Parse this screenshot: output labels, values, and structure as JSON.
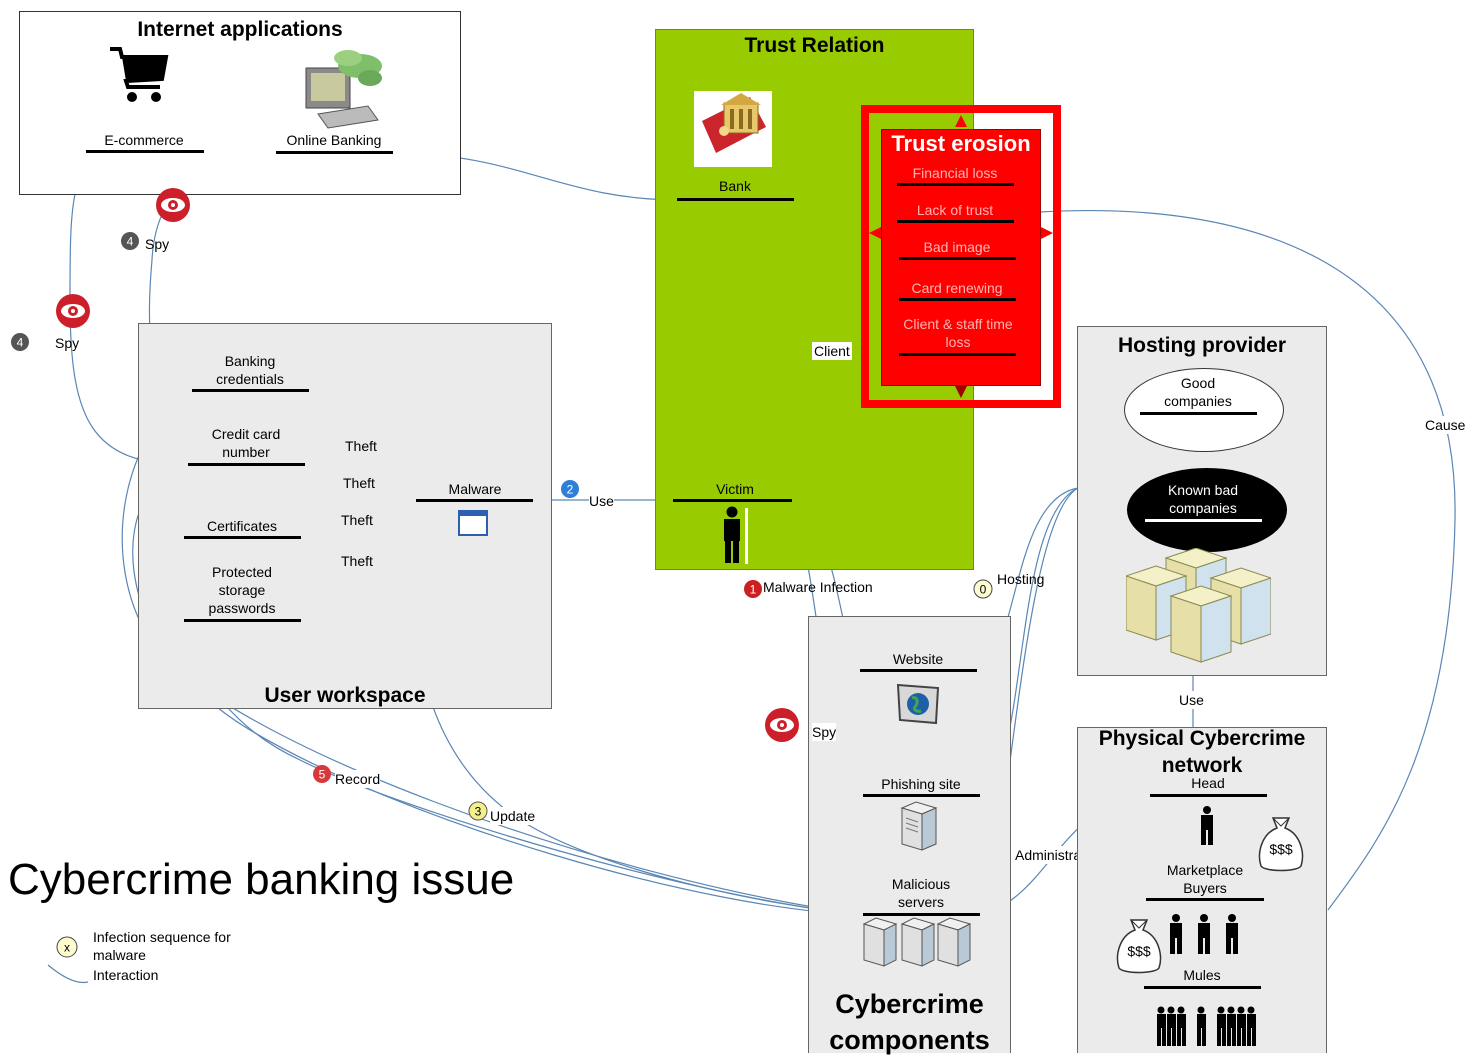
{
  "diagram_title": "Cybercrime banking issue",
  "legend": {
    "marker": "x",
    "infection": "Infection sequence for malware",
    "interaction": "Interaction"
  },
  "internet_apps": {
    "title": "Internet applications",
    "ecommerce": "E-commerce",
    "online_banking": "Online Banking"
  },
  "trust_relation": {
    "title": "Trust Relation",
    "bank": "Bank",
    "victim": "Victim",
    "client": "Client"
  },
  "trust_erosion": {
    "title": "Trust erosion",
    "items": [
      "Financial loss",
      "Lack of trust",
      "Bad image",
      "Card renewing",
      "Client & staff time loss"
    ]
  },
  "user_workspace": {
    "title": "User workspace",
    "banking_credentials": "Banking credentials",
    "credit_card": "Credit card number",
    "certificates": "Certificates",
    "protected_storage": "Protected storage passwords",
    "malware": "Malware",
    "theft": "Theft"
  },
  "hosting_provider": {
    "title": "Hosting provider",
    "good": "Good companies",
    "bad": "Known bad companies"
  },
  "cybercrime_components": {
    "title": "Cybercrime components",
    "website": "Website",
    "phishing": "Phishing site",
    "malicious": "Malicious servers"
  },
  "physical_network": {
    "title": "Physical Cybercrime network",
    "head": "Head",
    "buyers": "Marketplace Buyers",
    "mules": "Mules",
    "money": "$$$"
  },
  "edges": {
    "spy": "Spy",
    "use": "Use",
    "malware_infection": "Malware Infection",
    "hosting": "Hosting",
    "record": "Record",
    "update": "Update",
    "administration": "Administration",
    "cause": "Cause"
  },
  "step_markers": {
    "step0": "0",
    "step1": "1",
    "step2": "2",
    "step3": "3",
    "step4": "4",
    "step5": "5"
  },
  "colors": {
    "trust_green": "#99cc00",
    "erosion_red": "#ff0000",
    "panel_gray": "#ebebeb",
    "connector_blue": "#5a86b5",
    "eye_red": "#cc1f2a"
  }
}
